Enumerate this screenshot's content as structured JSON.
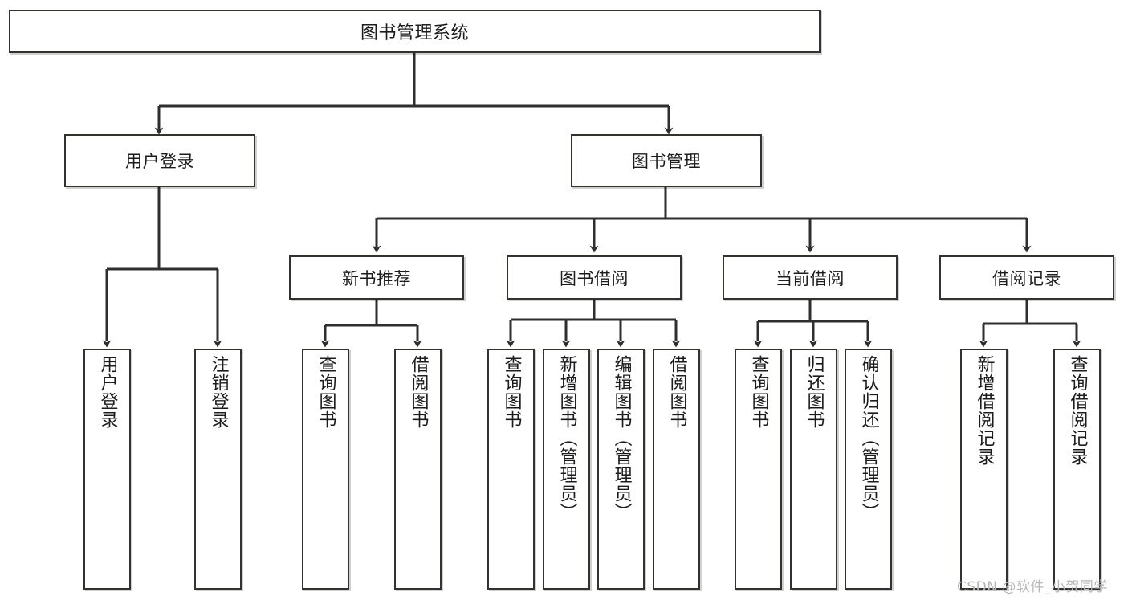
{
  "diagram": {
    "type": "tree-hierarchy-chart",
    "title": "图书管理系统",
    "orientation": "top-down",
    "colors": {
      "box_border": "#33322f",
      "box_fill": "#ffffff",
      "connector": "#2e2e2e",
      "text": "#1c1c1c",
      "watermark": "#b7b7b7"
    }
  },
  "nodes": {
    "root": {
      "label": "图书管理系统",
      "level": 0
    },
    "level1": [
      {
        "id": "user-login",
        "label": "用户登录"
      },
      {
        "id": "book-manage",
        "label": "图书管理"
      }
    ],
    "level2": [
      {
        "id": "new-book-recommend",
        "label": "新书推荐",
        "parent": "book-manage"
      },
      {
        "id": "book-borrow",
        "label": "图书借阅",
        "parent": "book-manage"
      },
      {
        "id": "current-borrow",
        "label": "当前借阅",
        "parent": "book-manage"
      },
      {
        "id": "borrow-record",
        "label": "借阅记录",
        "parent": "book-manage"
      }
    ],
    "leaves": {
      "user-login": [
        {
          "id": "leaf-user-login",
          "label": "用户登录"
        },
        {
          "id": "leaf-logout-login",
          "label": "注销登录"
        }
      ],
      "new-book-recommend": [
        {
          "id": "leaf-query-book-1",
          "label": "查询图书"
        },
        {
          "id": "leaf-borrow-book-1",
          "label": "借阅图书"
        }
      ],
      "book-borrow": [
        {
          "id": "leaf-query-book-2",
          "label": "查询图书"
        },
        {
          "id": "leaf-add-book",
          "label": "新增图书（管理员）"
        },
        {
          "id": "leaf-edit-book",
          "label": "编辑图书（管理员）"
        },
        {
          "id": "leaf-borrow-book-2",
          "label": "借阅图书"
        }
      ],
      "current-borrow": [
        {
          "id": "leaf-query-book-3",
          "label": "查询图书"
        },
        {
          "id": "leaf-return-book",
          "label": "归还图书"
        },
        {
          "id": "leaf-confirm-return",
          "label": "确认归还（管理员）"
        }
      ],
      "borrow-record": [
        {
          "id": "leaf-add-record",
          "label": "新增借阅记录"
        },
        {
          "id": "leaf-query-record",
          "label": "查询借阅记录"
        }
      ]
    }
  },
  "watermark": {
    "text": "CSDN @软件_小贺同学"
  }
}
